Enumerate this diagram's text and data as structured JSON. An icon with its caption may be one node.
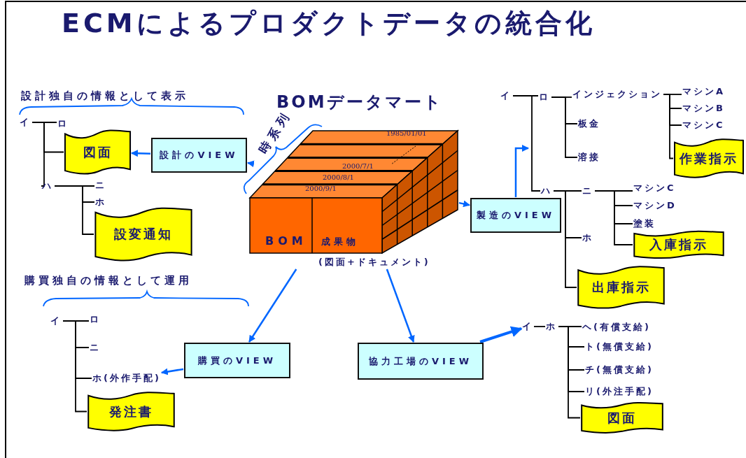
{
  "diagram": {
    "title": "ECMによるプロダクトデータの統合化",
    "nodes": [
      {
        "text": [
          "BOMデータマート",
          "時系列",
          "1985/01/01",
          "2000/7/1",
          "2000/8/1",
          "2000/9/1",
          "BOM",
          "成果物",
          "(図面+ドキュメント)"
        ]
      },
      {
        "text": [
          "設計のVIEW"
        ]
      },
      {
        "text": [
          "製造のVIEW"
        ]
      },
      {
        "text": [
          "購買のVIEW"
        ]
      },
      {
        "text": [
          "協力工場のVIEW"
        ]
      },
      {
        "text": [
          "イ"
        ]
      },
      {
        "text": [
          "ロ"
        ]
      },
      {
        "text": [
          "図面"
        ]
      },
      {
        "text": [
          "ハ"
        ]
      },
      {
        "text": [
          "ニ"
        ]
      },
      {
        "text": [
          "ホ"
        ]
      },
      {
        "text": [
          "設変通知"
        ]
      },
      {
        "text": [
          "イ"
        ]
      },
      {
        "text": [
          "ロ"
        ]
      },
      {
        "text": [
          "インジェクション"
        ]
      },
      {
        "text": [
          "板金"
        ]
      },
      {
        "text": [
          "溶接"
        ]
      },
      {
        "text": [
          "マシンA"
        ]
      },
      {
        "text": [
          "マシンB"
        ]
      },
      {
        "text": [
          "マシンC"
        ]
      },
      {
        "text": [
          "作業指示"
        ]
      },
      {
        "text": [
          "ハ"
        ]
      },
      {
        "text": [
          "ニ"
        ]
      },
      {
        "text": [
          "マシンC"
        ]
      },
      {
        "text": [
          "マシンD"
        ]
      },
      {
        "text": [
          "塗装"
        ]
      },
      {
        "text": [
          "入庫指示"
        ]
      },
      {
        "text": [
          "ホ"
        ]
      },
      {
        "text": [
          "出庫指示"
        ]
      },
      {
        "text": [
          "イ"
        ]
      },
      {
        "text": [
          "ロ"
        ]
      },
      {
        "text": [
          "ニ"
        ]
      },
      {
        "text": [
          "ホ(外作手配)"
        ]
      },
      {
        "text": [
          "発注書"
        ]
      },
      {
        "text": [
          "イ"
        ]
      },
      {
        "text": [
          "ホ"
        ]
      },
      {
        "text": [
          "ヘ(有償支給)"
        ]
      },
      {
        "text": [
          "ト(無償支給)"
        ]
      },
      {
        "text": [
          "チ(無償支給)"
        ]
      },
      {
        "text": [
          "リ(外注手配)"
        ]
      },
      {
        "text": [
          "図面"
        ]
      }
    ],
    "edges": [
      {
        "from": 0,
        "to": 1,
        "arrow": "to",
        "color": "#0066ff"
      },
      {
        "from": 0,
        "to": 2,
        "arrow": "to",
        "color": "#0066ff"
      },
      {
        "from": 0,
        "to": 3,
        "arrow": "to",
        "color": "#0066ff"
      },
      {
        "from": 0,
        "to": 4,
        "arrow": "to",
        "color": "#0066ff"
      },
      {
        "from": 1,
        "to": 7,
        "arrow": "to",
        "color": "#0066ff"
      },
      {
        "from": 2,
        "to": null,
        "arrow": "to",
        "color": "#0066ff"
      },
      {
        "from": 3,
        "to": 32,
        "arrow": "to",
        "color": "#0066ff"
      },
      {
        "from": 4,
        "to": 34,
        "arrow": "to",
        "color": "#0066ff",
        "style": "thick"
      },
      {
        "from": 5,
        "to": 6,
        "arrow": "none"
      },
      {
        "from": 5,
        "to": 7,
        "arrow": "none"
      },
      {
        "from": 5,
        "to": 8,
        "arrow": "none"
      },
      {
        "from": 8,
        "to": 9,
        "arrow": "none"
      },
      {
        "from": 8,
        "to": 10,
        "arrow": "none"
      },
      {
        "from": 8,
        "to": 11,
        "arrow": "none"
      },
      {
        "from": 12,
        "to": 13,
        "arrow": "none"
      },
      {
        "from": 12,
        "to": 21,
        "arrow": "none"
      },
      {
        "from": 13,
        "to": 14,
        "arrow": "none"
      },
      {
        "from": 13,
        "to": 15,
        "arrow": "none"
      },
      {
        "from": 13,
        "to": 16,
        "arrow": "none"
      },
      {
        "from": 14,
        "to": 17,
        "arrow": "none"
      },
      {
        "from": 14,
        "to": 18,
        "arrow": "none"
      },
      {
        "from": 14,
        "to": 19,
        "arrow": "none"
      },
      {
        "from": 14,
        "to": 20,
        "arrow": "none"
      },
      {
        "from": 21,
        "to": 22,
        "arrow": "none"
      },
      {
        "from": 21,
        "to": 27,
        "arrow": "none"
      },
      {
        "from": 21,
        "to": 28,
        "arrow": "none"
      },
      {
        "from": 22,
        "to": 23,
        "arrow": "none"
      },
      {
        "from": 22,
        "to": 24,
        "arrow": "none"
      },
      {
        "from": 22,
        "to": 25,
        "arrow": "none"
      },
      {
        "from": 22,
        "to": 26,
        "arrow": "none"
      },
      {
        "from": 29,
        "to": 30,
        "arrow": "none"
      },
      {
        "from": 29,
        "to": 31,
        "arrow": "none"
      },
      {
        "from": 29,
        "to": 32,
        "arrow": "none"
      },
      {
        "from": 29,
        "to": 33,
        "arrow": "none"
      },
      {
        "from": 34,
        "to": 35,
        "arrow": "none"
      },
      {
        "from": 35,
        "to": 36,
        "arrow": "none"
      },
      {
        "from": 35,
        "to": 37,
        "arrow": "none"
      },
      {
        "from": 35,
        "to": 38,
        "arrow": "none"
      },
      {
        "from": 35,
        "to": 39,
        "arrow": "none"
      },
      {
        "from": 35,
        "to": 40,
        "arrow": "none"
      }
    ],
    "labels": [
      "設計独自の情報として表示",
      "購買独自の情報として運用"
    ]
  }
}
